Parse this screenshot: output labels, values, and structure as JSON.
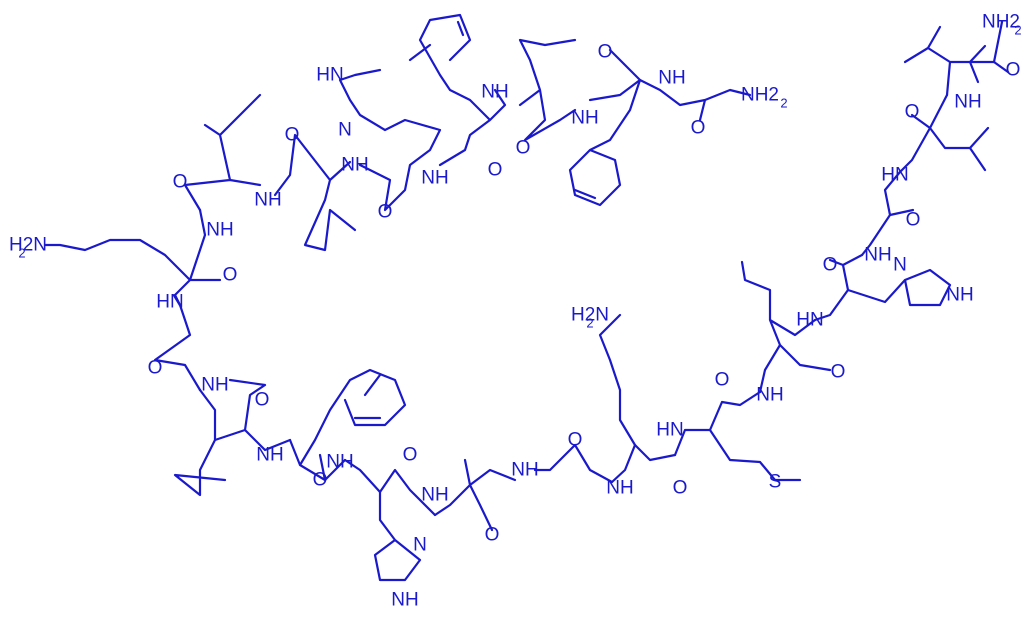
{
  "colors": {
    "ink": "#1a1acc",
    "background": "#ffffff"
  },
  "molecule": {
    "labels": {
      "nh2_c_term": "NH2",
      "o_val": "O",
      "nh_val": "NH",
      "o_leu2": "O",
      "hn_leu2": "HN",
      "o_gly3": "O",
      "nh_gly3": "NH",
      "n_his2_ring": "N",
      "nh_his2_ring": "NH",
      "o_his2": "O",
      "hn_his2": "HN",
      "o_ile3": "O",
      "nh_ile3": "NH",
      "hn_met": "HN",
      "s_met": "S",
      "o_met": "O",
      "h2n_lys2": "H2N",
      "nh_lys2": "NH",
      "o_lys2": "O",
      "nh_gly2": "NH",
      "o_gly2": "O",
      "nh_ala": "NH",
      "o_ala": "O",
      "nh_his1": "NH",
      "n_his1_ring": "N",
      "nh_his1_ring": "NH",
      "o_his1": "O",
      "nh_phe3": "NH",
      "o_phe3": "O",
      "nh_leu1": "NH",
      "o_leu1": "O",
      "o_gly1": "O",
      "hn_gly1": "HN",
      "o_lys1": "O",
      "h2n_lys1": "H2N",
      "nh_lys1": "NH",
      "o_ile2": "O",
      "nh_ile2": "NH",
      "o_ile1": "O",
      "nh_ile1": "NH",
      "hn_his3_ring": "HN",
      "n_his3_ring": "N",
      "o_his3": "O",
      "nh_his3": "NH",
      "o_phe2": "O",
      "nh_phe2": "NH",
      "o_ile4": "O",
      "nh_ile4": "NH",
      "o_phe1": "O",
      "nh_phe1": "NH",
      "o_gly_n": "O",
      "nh2_n_term": "NH2"
    }
  }
}
